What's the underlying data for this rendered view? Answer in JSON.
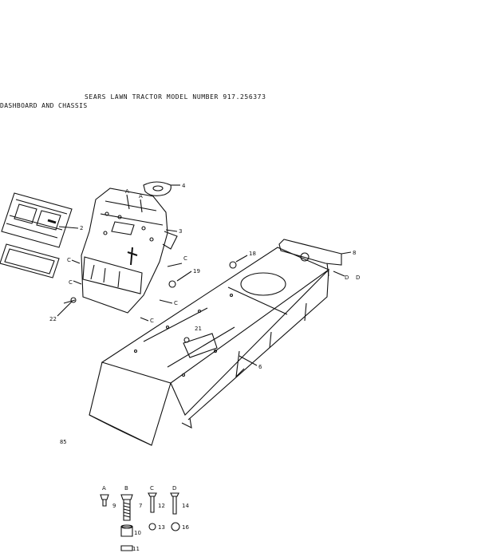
{
  "header": {
    "title": "SEARS LAWN TRACTOR  MODEL NUMBER  917.256373",
    "subtitle": "DASHBOARD AND CHASSIS"
  },
  "page_ref": "85",
  "callouts": {
    "c2": "2",
    "c3": "3",
    "c4": "4",
    "c6": "6",
    "c8": "8",
    "c18": "18",
    "c19": "19",
    "c21": "21",
    "c22": "22",
    "a1": "A",
    "a2": "A",
    "cL1": "C",
    "cL2": "C",
    "cR1": "C",
    "cR2": "C",
    "cR3": "C",
    "d1": "D",
    "d2": "D"
  },
  "hardware": [
    {
      "letter": "A",
      "part": "9"
    },
    {
      "letter": "B",
      "part": "7"
    },
    {
      "letter": "C",
      "part": "12"
    },
    {
      "letter": "D",
      "part": "14"
    }
  ],
  "hardware_extra": {
    "p10": "10",
    "p11": "11",
    "p13": "13",
    "p16": "16"
  }
}
